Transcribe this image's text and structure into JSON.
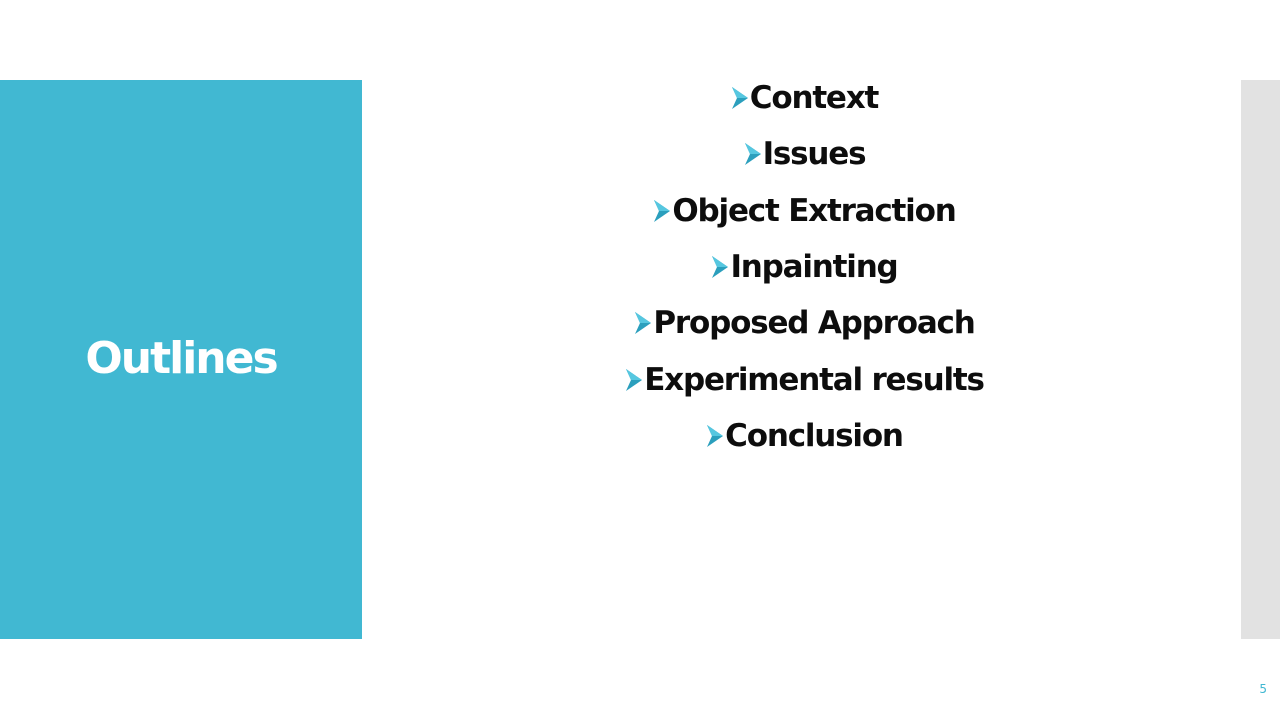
{
  "slide": {
    "title": "Outlines",
    "page_number": "5",
    "colors": {
      "accent": "#41b8d2",
      "strip": "#e2e2e2",
      "text": "#0d0d0d"
    },
    "bullet_icon": "arrow-bullet-icon",
    "items": [
      "Context",
      "Issues",
      "Object Extraction",
      "Inpainting",
      "Proposed Approach",
      "Experimental results",
      "Conclusion"
    ]
  }
}
